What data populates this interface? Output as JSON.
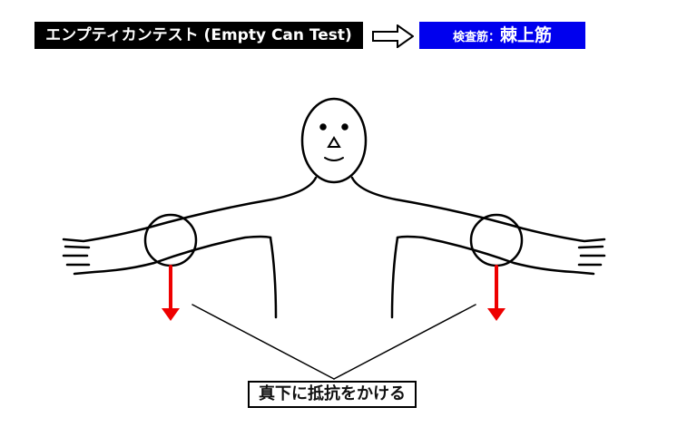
{
  "title": "エンプティカンテスト (Empty Can Test)",
  "muscle_box": {
    "label": "検査筋：",
    "muscle": "棘上筋"
  },
  "instruction": "真下に抵抗をかける",
  "colors": {
    "title_bg": "#000000",
    "muscle_bg": "#0000ee",
    "force_arrow": "#ee0000"
  }
}
